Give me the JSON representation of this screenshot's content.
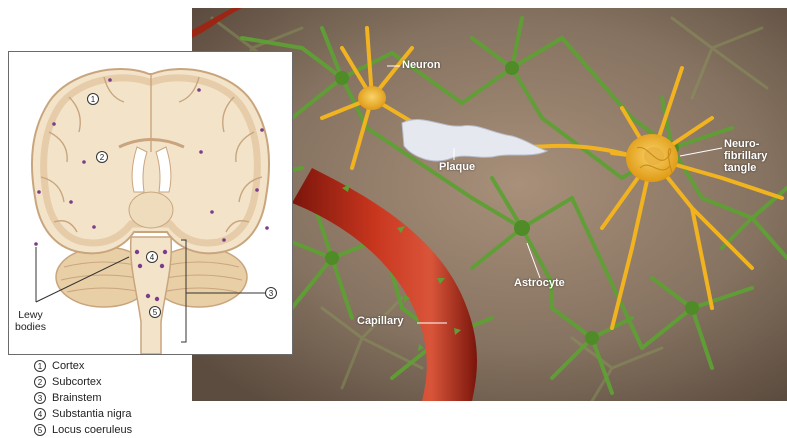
{
  "scene_labels": {
    "neuron": "Neuron",
    "plaque": "Plaque",
    "neurofibrillary_1": "Neuro-",
    "neurofibrillary_2": "fibrillary",
    "neurofibrillary_3": "tangle",
    "astrocyte": "Astrocyte",
    "capillary": "Capillary"
  },
  "brain_labels": {
    "lewy_1": "Lewy",
    "lewy_2": "bodies",
    "marker_1": "1",
    "marker_2": "2",
    "marker_3": "3",
    "marker_4": "4",
    "marker_5": "5"
  },
  "legend": [
    {
      "num": "1",
      "label": "Cortex"
    },
    {
      "num": "2",
      "label": "Subcortex"
    },
    {
      "num": "3",
      "label": "Brainstem"
    },
    {
      "num": "4",
      "label": "Substantia nigra"
    },
    {
      "num": "5",
      "label": "Locus coeruleus"
    }
  ],
  "colors": {
    "background_tissue": "#7d6a58",
    "astrocyte": "#5fa035",
    "neuron": "#f1b320",
    "capillary": "#b02a17",
    "plaque": "#e6e8f0",
    "brain_tissue": "#f3e4c9",
    "brain_outline": "#c9a57e",
    "lewy_body": "#7a3d8a"
  }
}
